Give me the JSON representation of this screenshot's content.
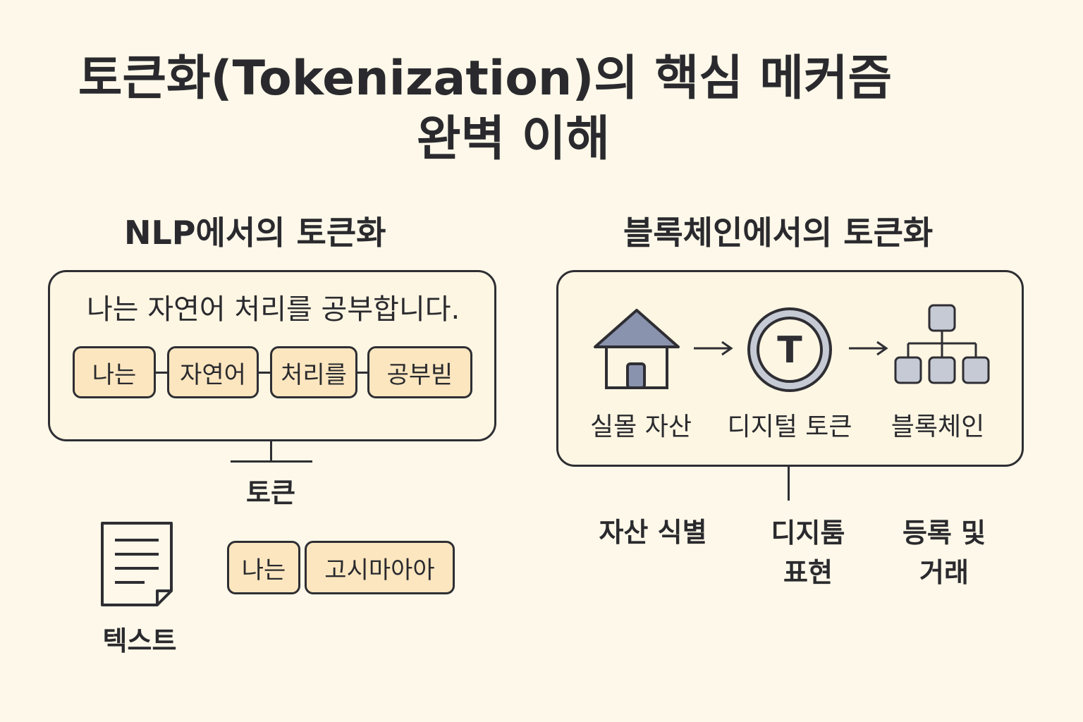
{
  "title": {
    "line1": "토큰화(Tokenization)의 핵심 메커즘",
    "line2": "완벽 이해"
  },
  "nlp": {
    "heading": "NLP에서의 토큰화",
    "sentence": "나는 자연어 처리를 공부합니다.",
    "tokens": [
      "나는",
      "자연어",
      "처리를",
      "공부빋"
    ],
    "token_label": "토큰",
    "text_label": "텍스트",
    "bottom_tokens": [
      "나는",
      "고시마아아"
    ]
  },
  "blockchain": {
    "heading": "블록체인에서의 토큰화",
    "steps": [
      {
        "icon": "house-icon",
        "label": "실몰 자산"
      },
      {
        "icon": "token-icon",
        "label": "디지털 토큰",
        "icon_letter": "T"
      },
      {
        "icon": "network-icon",
        "label": "블록체인"
      }
    ],
    "outcomes": [
      {
        "line1": "자산 식별",
        "line2": ""
      },
      {
        "line1": "디지툼",
        "line2": "표현"
      },
      {
        "line1": "등록 및",
        "line2": "거래"
      }
    ]
  },
  "colors": {
    "background": "#fdf8e9",
    "chip_fill": "#fbe6bf",
    "outline": "#2e2e33",
    "icon_fill": "#8a93ad"
  }
}
